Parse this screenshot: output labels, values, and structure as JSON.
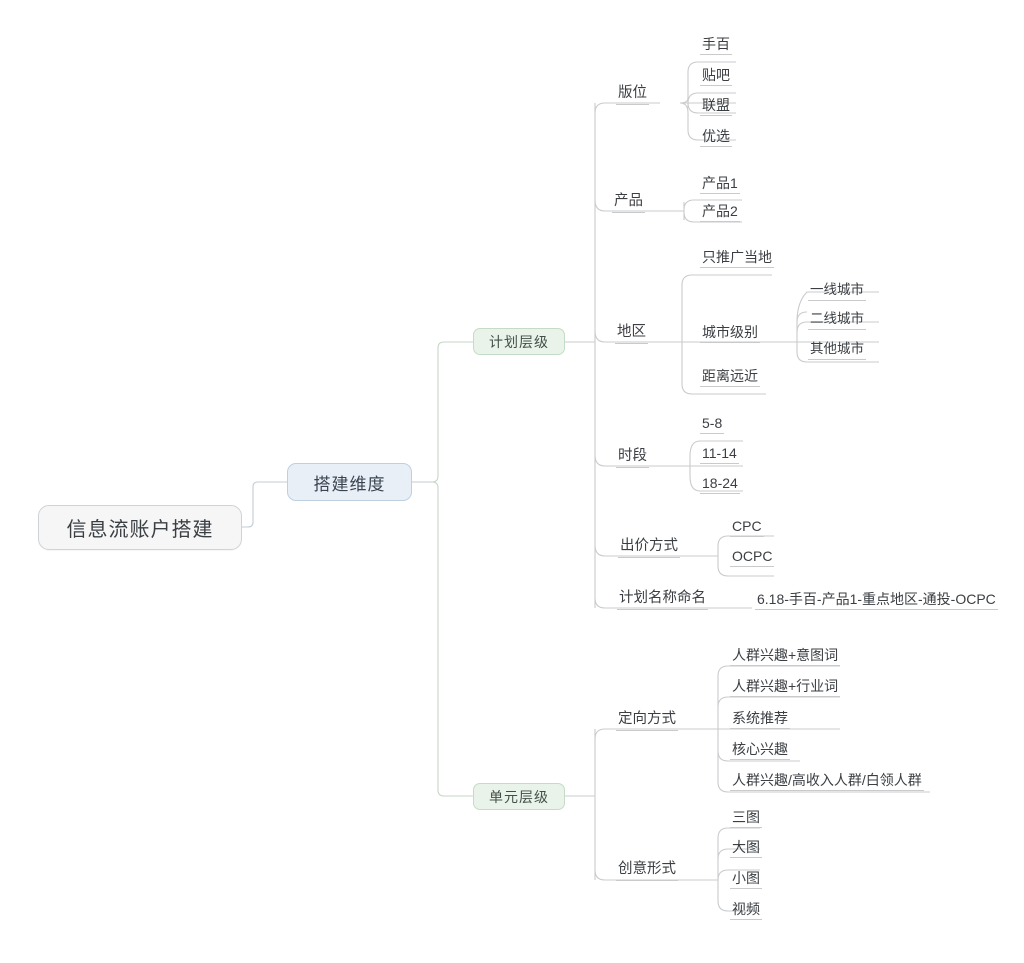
{
  "diagram": {
    "type": "mindmap",
    "title": "信息流账户搭建",
    "colors": {
      "root_fill": "#f6f6f6",
      "root_border": "#cfd3d6",
      "blue_fill": "#e9eff6",
      "blue_border": "#bcd0e2",
      "green_fill": "#eaf3ea",
      "green_border": "#c4dcc6",
      "line": "#c8cacc",
      "text": "#3b3f43",
      "background": "#ffffff"
    },
    "root": {
      "label": "信息流账户搭建"
    },
    "level1": {
      "label": "搭建维度"
    },
    "branches": [
      {
        "label": "计划层级",
        "children": [
          {
            "label": "版位",
            "children": [
              {
                "label": "手百"
              },
              {
                "label": "贴吧"
              },
              {
                "label": "联盟"
              },
              {
                "label": "优选"
              }
            ]
          },
          {
            "label": "产品",
            "children": [
              {
                "label": "产品1"
              },
              {
                "label": "产品2"
              }
            ]
          },
          {
            "label": "地区",
            "children": [
              {
                "label": "只推广当地"
              },
              {
                "label": "城市级别",
                "children": [
                  {
                    "label": "一线城市"
                  },
                  {
                    "label": "二线城市"
                  },
                  {
                    "label": "其他城市"
                  }
                ]
              },
              {
                "label": "距离远近"
              }
            ]
          },
          {
            "label": "时段",
            "children": [
              {
                "label": "5-8"
              },
              {
                "label": "11-14"
              },
              {
                "label": "18-24"
              }
            ]
          },
          {
            "label": "出价方式",
            "children": [
              {
                "label": "CPC"
              },
              {
                "label": "OCPC"
              }
            ]
          },
          {
            "label": "计划名称命名",
            "children": [
              {
                "label": "6.18-手百-产品1-重点地区-通投-OCPC"
              }
            ]
          }
        ]
      },
      {
        "label": "单元层级",
        "children": [
          {
            "label": "定向方式",
            "children": [
              {
                "label": "人群兴趣+意图词"
              },
              {
                "label": "人群兴趣+行业词"
              },
              {
                "label": "系统推荐"
              },
              {
                "label": "核心兴趣"
              },
              {
                "label": "人群兴趣/高收入人群/白领人群"
              }
            ]
          },
          {
            "label": "创意形式",
            "children": [
              {
                "label": "三图"
              },
              {
                "label": "大图"
              },
              {
                "label": "小图"
              },
              {
                "label": "视频"
              }
            ]
          }
        ]
      }
    ]
  }
}
